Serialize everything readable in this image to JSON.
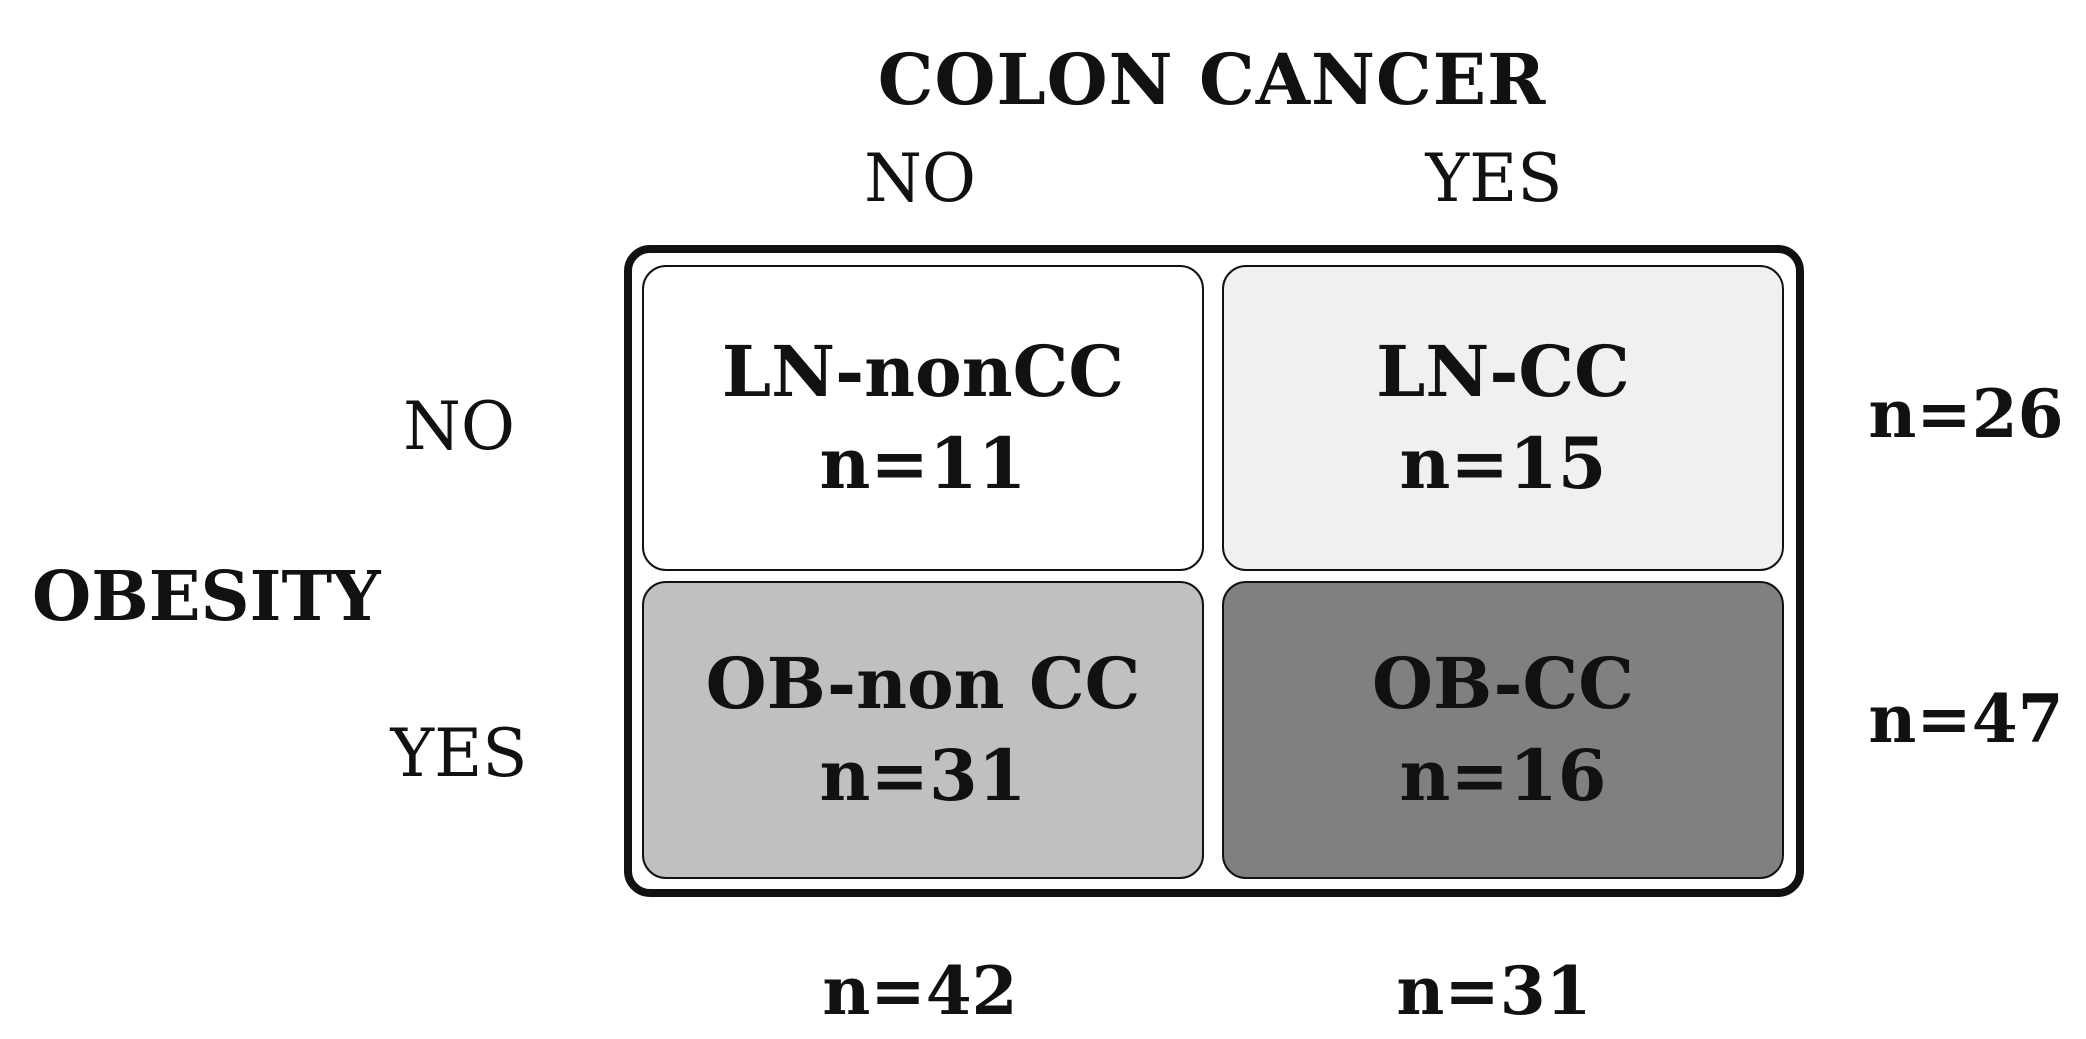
{
  "title": "COLON CANCER",
  "column_headers": [
    "NO",
    "YES"
  ],
  "row_axis_label": "OBESITY",
  "row_headers": [
    "NO",
    "YES"
  ],
  "cells": [
    [
      {
        "label": "LN-nonCC",
        "count": "n=11",
        "fill": "#ffffff"
      },
      {
        "label": "LN-CC",
        "count": "n=15",
        "fill": "#f0f0f0"
      }
    ],
    [
      {
        "label": "OB-non CC",
        "count": "n=31",
        "fill": "#c0c0c0"
      },
      {
        "label": "OB-CC",
        "count": "n=16",
        "fill": "#808080"
      }
    ]
  ],
  "row_totals": [
    "n=26",
    "n=47"
  ],
  "column_totals": [
    "n=42",
    "n=31"
  ]
}
